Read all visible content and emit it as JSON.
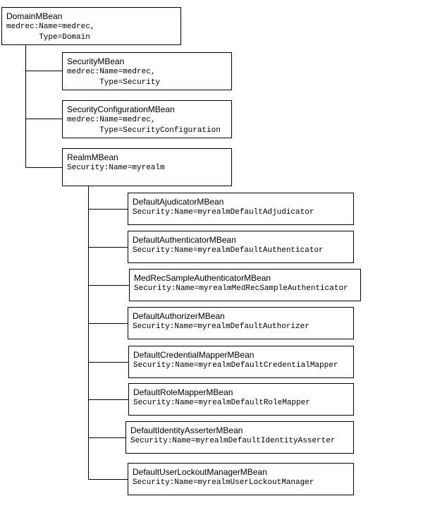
{
  "diagram": {
    "root": {
      "title": "DomainMBean",
      "name": "medrec:Name=medrec,\n       Type=Domain"
    },
    "domain_children": [
      {
        "title": "SecurityMBean",
        "name": "medrec:Name=medrec,\n       Type=Security"
      },
      {
        "title": "SecurityConfigurationMBean",
        "name": "medrec:Name=medrec,\n       Type=SecurityConfiguration"
      },
      {
        "title": "RealmMBean",
        "name": "Security:Name=myrealm"
      }
    ],
    "realm_children": [
      {
        "title": "DefaultAjudicatorMBean",
        "name": "Security:Name=myrealmDefaultAdjudicator"
      },
      {
        "title": "DefaultAuthenticatorMBean",
        "name": "Security:Name=myrealmDefaultAuthenticator"
      },
      {
        "title": "MedRecSampleAuthenticatorMBean",
        "name": "Security:Name=myrealmMedRecSampleAuthenticator"
      },
      {
        "title": "DefaultAuthorizerMBean",
        "name": "Security:Name=myrealmDefaultAuthorizer"
      },
      {
        "title": "DefaultCredentialMapperMBean",
        "name": "Security:Name=myrealmDefaultCredentialMapper"
      },
      {
        "title": "DefaultRoleMapperMBean",
        "name": "Security:Name=myrealmDefaultRoleMapper"
      },
      {
        "title": "DefaultIdentityAsserterMBean",
        "name": "Security:Name=myrealmDefaultIdentityAsserter"
      },
      {
        "title": "DefaultUserLockoutManagerMBean",
        "name": "Security:Name=myrealmUserLockoutManager"
      }
    ]
  }
}
